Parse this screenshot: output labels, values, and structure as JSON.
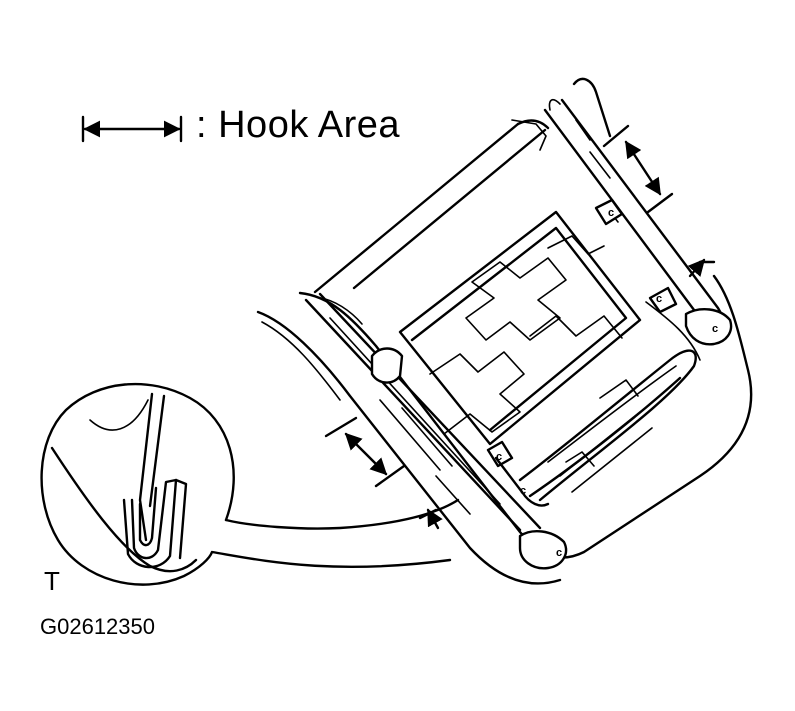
{
  "legend": {
    "text": ": Hook Area",
    "symbol": "dimension-bracket-icon"
  },
  "view_mark": "T",
  "figure_code": "G02612350",
  "clip_letter": "c",
  "colors": {
    "line": "#000000",
    "background": "#ffffff"
  }
}
